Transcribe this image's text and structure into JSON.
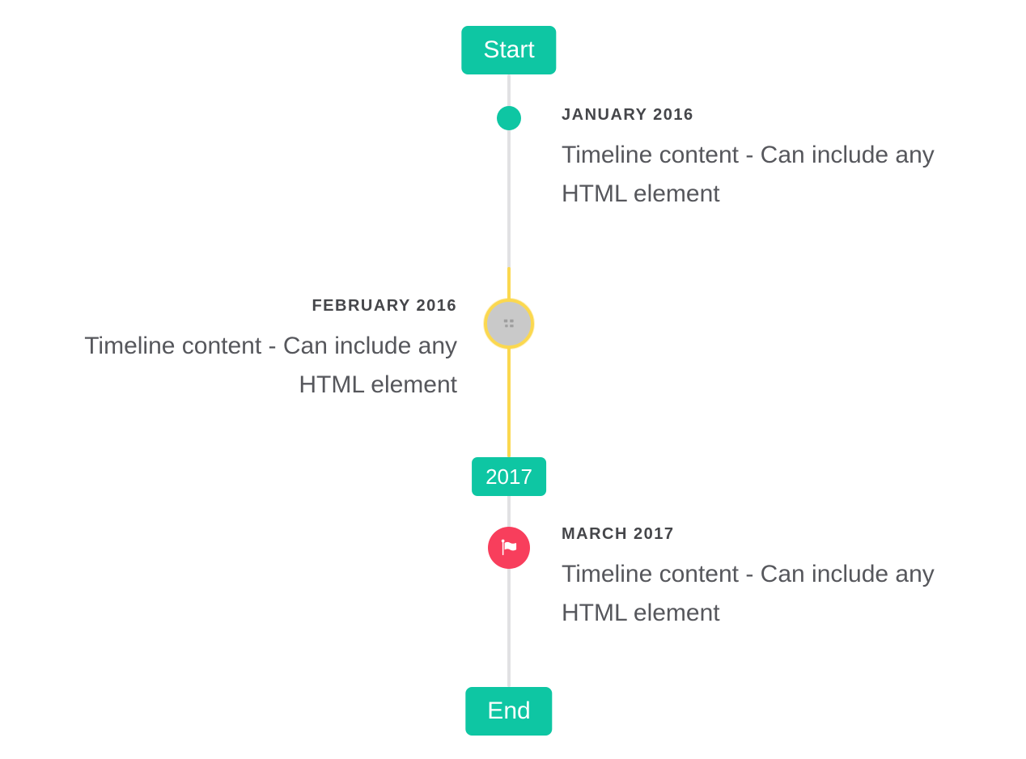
{
  "timeline": {
    "start_label": "Start",
    "end_label": "End",
    "year_badge": "2017",
    "events": [
      {
        "title": "JANUARY 2016",
        "content": "Timeline content - Can include any HTML element",
        "side": "right",
        "marker": "teal-dot"
      },
      {
        "title": "FEBRUARY 2016",
        "content": "Timeline content - Can include any HTML element",
        "side": "left",
        "marker": "image-placeholder-circle"
      },
      {
        "title": "MARCH 2017",
        "content": "Timeline content - Can include any HTML element",
        "side": "right",
        "marker": "flag-circle"
      }
    ],
    "icons": {
      "flag": "flag-icon",
      "broken_image": "broken-image-icon"
    },
    "colors": {
      "accent_teal": "#0ec6a3",
      "flag_red": "#f83e5c",
      "highlight_yellow": "#fbd84f",
      "rail_gray": "#e1e1e3",
      "placeholder_gray": "#c9c9c9",
      "title_text": "#45464a",
      "body_text": "#56575c"
    }
  }
}
